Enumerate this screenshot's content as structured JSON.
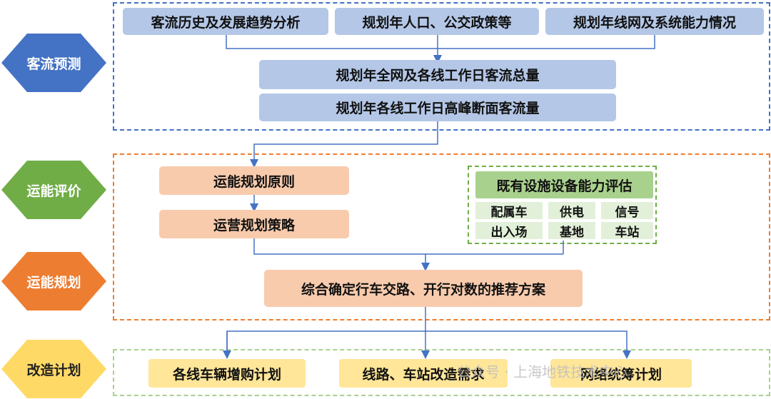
{
  "stages": {
    "forecast": {
      "label": "客流预测",
      "color": "#4472c4"
    },
    "evaluation": {
      "label": "运能评价",
      "color": "#70ad47"
    },
    "planning": {
      "label": "运能规划",
      "color": "#ed7d31"
    },
    "renovation": {
      "label": "改造计划",
      "color": "#ffd966"
    }
  },
  "forecast": {
    "inputs": [
      "客流历史及发展趋势分析",
      "规划年人口、公交政策等",
      "规划年线网及系统能力情况"
    ],
    "total_flow": "规划年全网及各线工作日客流总量",
    "peak_flow": "规划年各线工作日高峰断面客流量"
  },
  "evaluation": {
    "principle": "运能规划原则",
    "strategy": "运营规划策略",
    "facility": {
      "title": "既有设施设备能力评估",
      "items": [
        "配属车",
        "供电",
        "信号",
        "出入场",
        "基地",
        "车站"
      ]
    }
  },
  "planning": {
    "recommendation": "综合确定行车交路、开行对数的推荐方案"
  },
  "renovation": {
    "items": [
      "各线车辆增购计划",
      "线路、车站改造需求",
      "网络统筹计划"
    ]
  },
  "watermark": "公众号 · 上海地铁技术中心"
}
